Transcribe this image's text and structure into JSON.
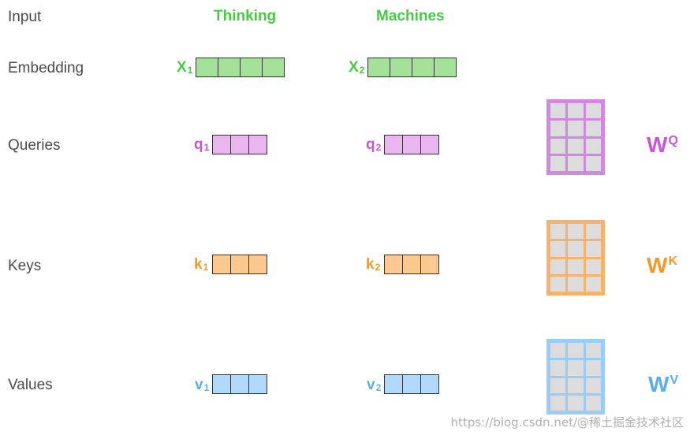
{
  "rows": {
    "input": "Input",
    "embedding": "Embedding",
    "queries": "Queries",
    "keys": "Keys",
    "values": "Values"
  },
  "words": [
    "Thinking",
    "Machines"
  ],
  "embedding_labels": [
    {
      "base": "X",
      "sub": "1"
    },
    {
      "base": "X",
      "sub": "2"
    }
  ],
  "query_labels": [
    {
      "base": "q",
      "sub": "1"
    },
    {
      "base": "q",
      "sub": "2"
    }
  ],
  "key_labels": [
    {
      "base": "k",
      "sub": "1"
    },
    {
      "base": "k",
      "sub": "2"
    }
  ],
  "value_labels": [
    {
      "base": "v",
      "sub": "1"
    },
    {
      "base": "v",
      "sub": "2"
    }
  ],
  "weights": [
    {
      "base": "W",
      "sup": "Q"
    },
    {
      "base": "W",
      "sup": "K"
    },
    {
      "base": "W",
      "sup": "V"
    }
  ],
  "colors": {
    "word": "#44cc44",
    "embedding": "#a4e29a",
    "query": "#e9b6f0",
    "query_label": "#c956d8",
    "key": "#fcca90",
    "key_label": "#f39a26",
    "value": "#b0d9fb",
    "value_label": "#5aaef0",
    "matrix_cell": "#dcdcdc"
  },
  "watermark": "https://blog.csdn.net/@稀土掘金技术社区"
}
